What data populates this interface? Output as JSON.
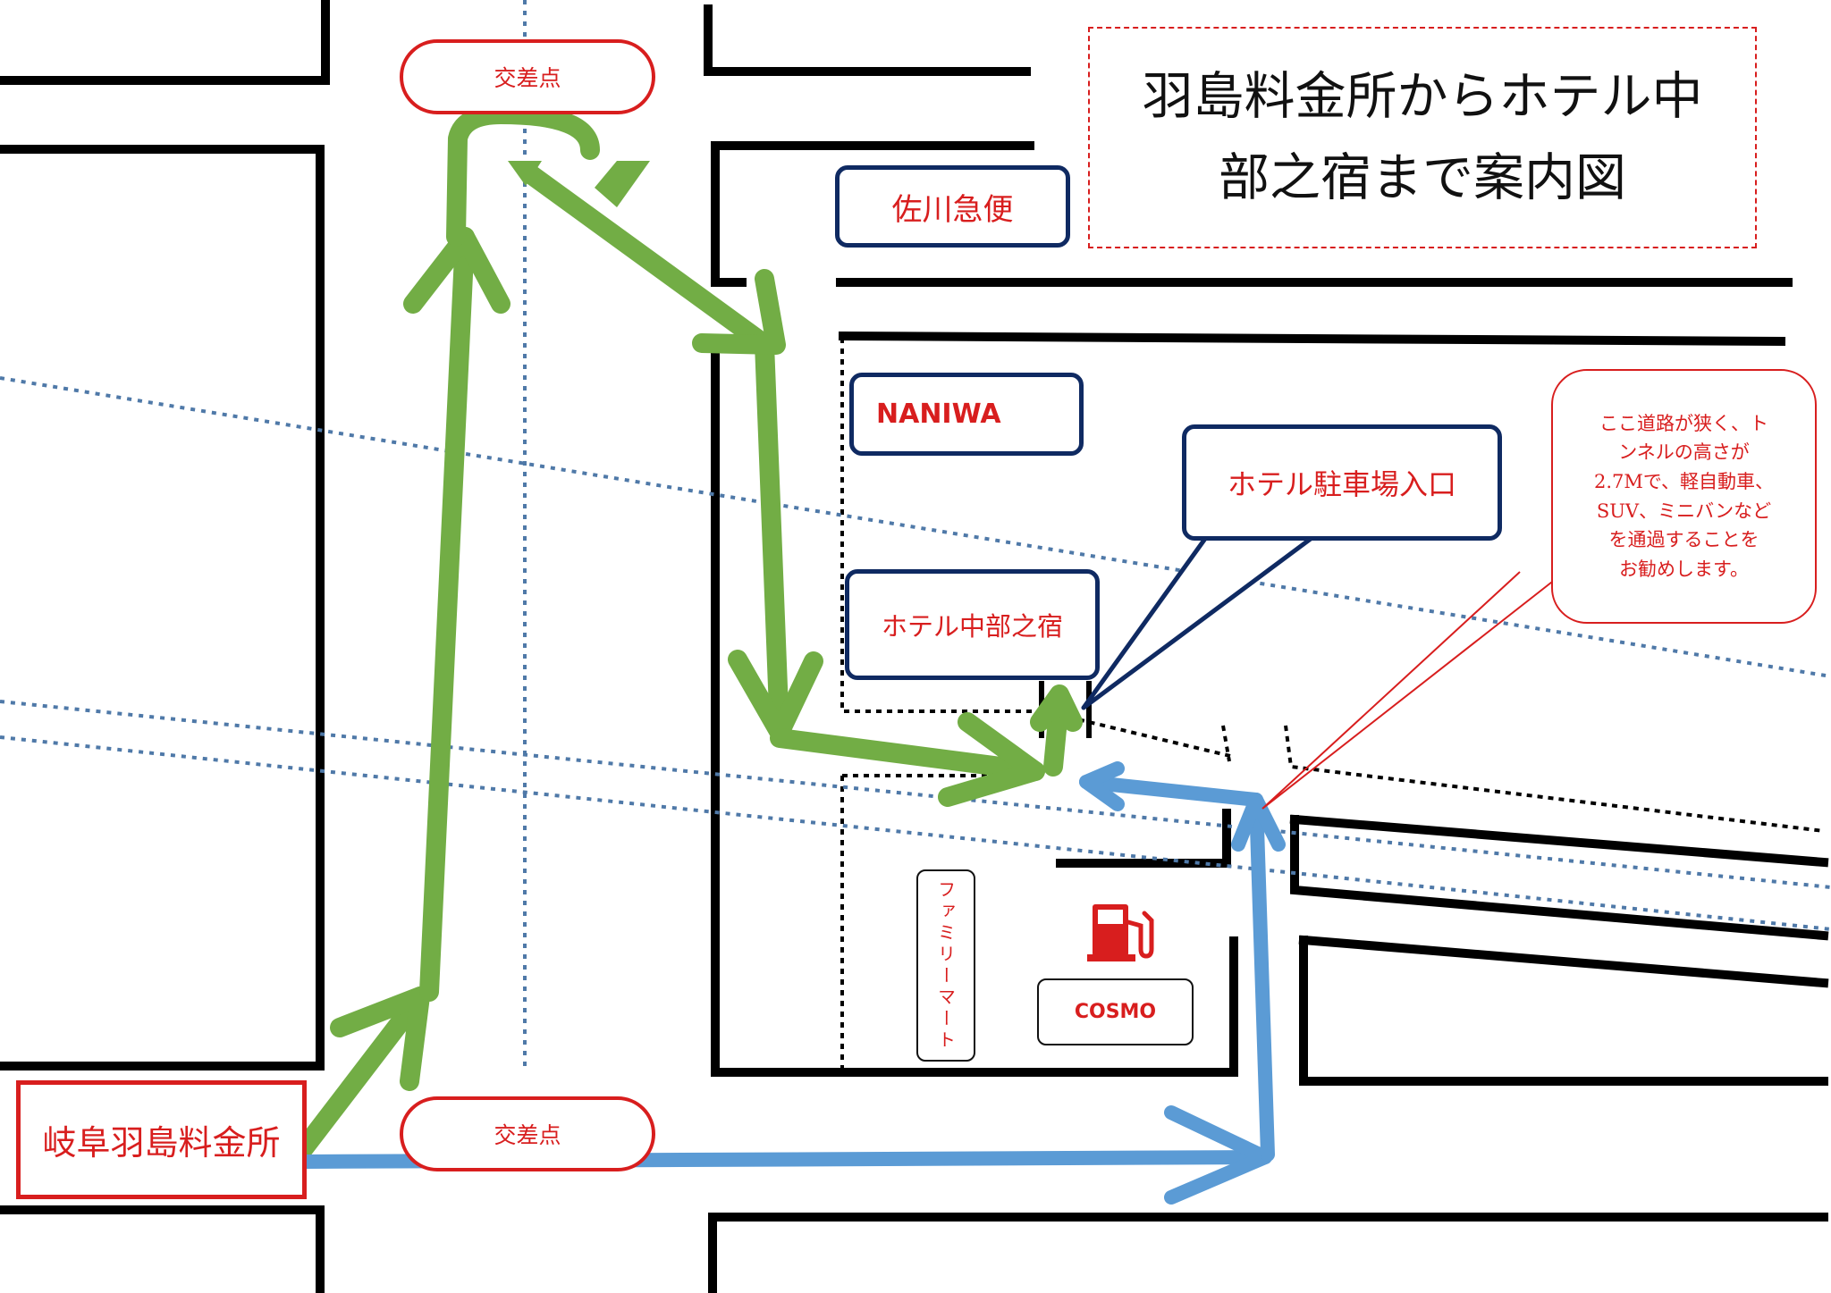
{
  "title": {
    "line1": "羽島料金所からホテル中",
    "line2": "部之宿まで案内図"
  },
  "labels": {
    "intersection_top": "交差点",
    "intersection_bottom": "交差点",
    "start": "岐阜羽島料金所",
    "sagawa": "佐川急便",
    "naniwa": "NANIWA",
    "hotel": "ホテル中部之宿",
    "parking": "ホテル駐車場入口",
    "familymart": "ファミリーマート",
    "cosmo": "COSMO"
  },
  "note": {
    "lines": [
      "ここ道路が狭く、ト",
      "ンネルの高さが",
      "2.7Mで、軽自動車、",
      "SUV、ミニバンなど",
      "を通過することを",
      "お勧めします。"
    ]
  },
  "icons": [
    "gas-station-icon",
    "green-route-arrow",
    "blue-route-arrow"
  ],
  "colors": {
    "road": "#000000",
    "green_route": "#72ad45",
    "blue_route": "#5b9bd5",
    "label_red": "#d81e1e",
    "box_navy": "#0f2a62",
    "rail_dotted": "#4f79a8"
  }
}
